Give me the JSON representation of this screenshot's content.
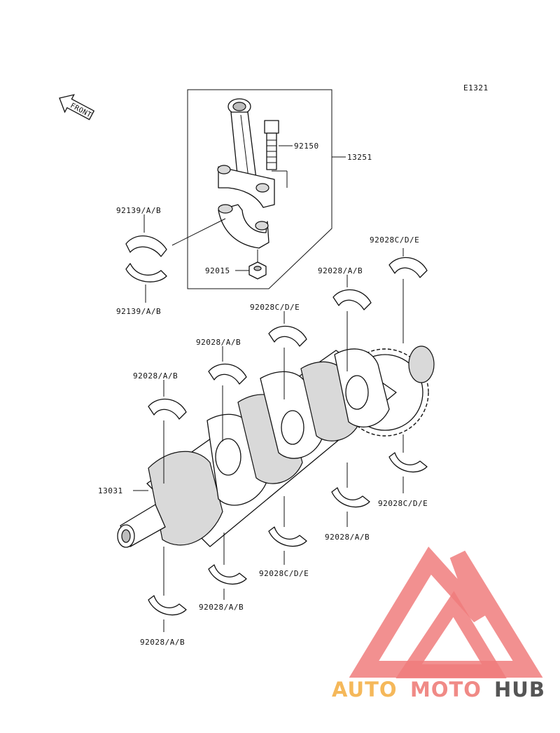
{
  "diagram": {
    "code": "E1321",
    "front_arrow_text": "FRONT",
    "labels": {
      "conrod_bolt": "92150",
      "conrod_assembly": "13251",
      "conrod_bearing_upper": "92139/A/B",
      "conrod_bearing_lower": "92139/A/B",
      "conrod_nut": "92015",
      "main_bearing_1": "92028C/D/E",
      "main_bearing_2": "92028/A/B",
      "main_bearing_3": "92028C/D/E",
      "main_bearing_4": "92028/A/B",
      "main_bearing_5": "92028/A/B",
      "crankshaft": "13031",
      "main_bearing_6": "92028C/D/E",
      "main_bearing_7": "92028/A/B",
      "main_bearing_8": "92028C/D/E",
      "main_bearing_9": "92028/A/B",
      "main_bearing_10": "92028/A/B"
    }
  },
  "watermark": {
    "word_part1": "AUTO",
    "word_part2": "MOTO",
    "word_part3": "HUB",
    "colors": {
      "part1": "#f5b85a",
      "part2": "#f08a86",
      "part3": "#555555",
      "triangle": "#f07d7d"
    }
  }
}
